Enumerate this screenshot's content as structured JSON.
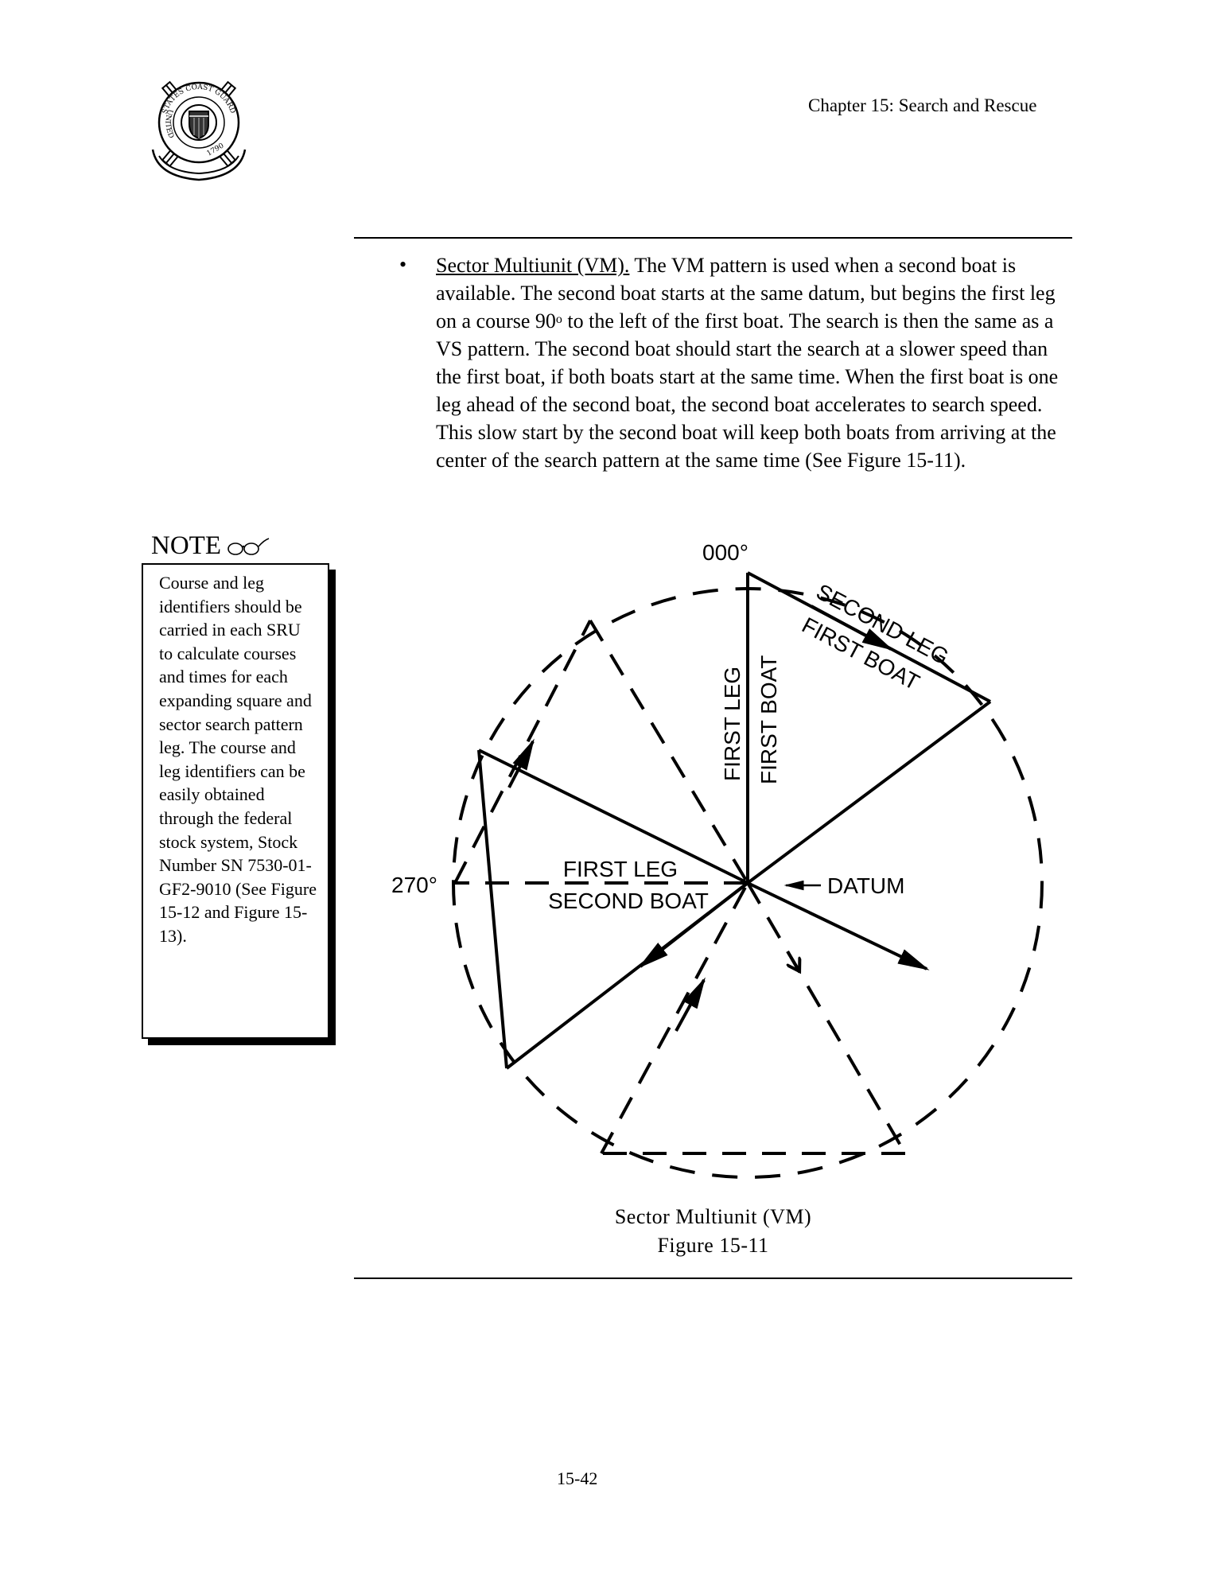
{
  "header": {
    "chapter": "Chapter 15:  Search and Rescue"
  },
  "seal": {
    "ring_top": "STATES COAST GUARD",
    "ring_left": "UNITED",
    "year": "1790"
  },
  "body": {
    "bullet": "•",
    "title": "Sector Multiunit (VM).",
    "text_part1": "  The VM pattern is used when a second boat is available. The second boat starts at the same datum, but begins the first leg on a course 90",
    "degree_mark": "o",
    "text_part2": " to the left of the first boat. The search is then the same as a VS pattern. The second boat should start the search at a slower speed than the first boat, if both boats start at the same time. When the first boat is one leg ahead of the second boat, the second boat accelerates to search speed. This slow start by the second boat will keep both boats from arriving at the center of the search pattern at the same time (See Figure 15-11)."
  },
  "note": {
    "heading": "NOTE",
    "text": "Course and leg identifiers should be carried in each SRU to calculate courses and times for each expanding square and sector search pattern leg. The course and leg identifiers can be easily obtained through the federal stock system, Stock Number SN 7530-01-GF2-9010 (See Figure 15-12 and Figure 15-13)."
  },
  "diagram": {
    "label_000": "000°",
    "label_270": "270°",
    "first_leg_1": "FIRST LEG",
    "first_boat_1": "FIRST BOAT",
    "second_leg_1": "SECOND LEG",
    "first_boat_2": "FIRST BOAT",
    "first_leg_2": "FIRST LEG",
    "second_boat_2": "SECOND BOAT",
    "datum": "DATUM"
  },
  "figure": {
    "title": "Sector Multiunit (VM)",
    "number": "Figure 15-11"
  },
  "page": {
    "number": "15-42"
  }
}
